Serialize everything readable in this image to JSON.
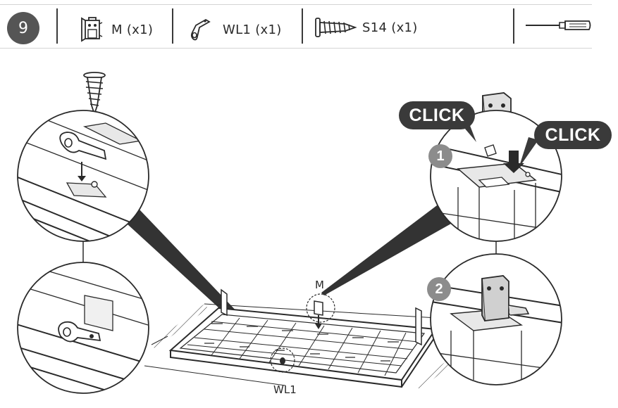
{
  "step": {
    "number": "9"
  },
  "parts": [
    {
      "icon": "bracket-m-icon",
      "label": "M (x1)"
    },
    {
      "icon": "wall-lock-wl1-icon",
      "label": "WL1 (x1)"
    },
    {
      "icon": "screw-s14-icon",
      "label": "S14 (x1)"
    }
  ],
  "tool": {
    "icon": "screwdriver-icon"
  },
  "callouts": {
    "click_1": "CLICK",
    "click_2": "CLICK",
    "sub_step_1": "1",
    "sub_step_2": "2",
    "label_m": "M",
    "label_wl1": "WL1"
  },
  "colors": {
    "ink": "#2a2a2a",
    "badge": "#555555",
    "bubble": "#3a3a3a",
    "sub_step": "#8c8c8c"
  }
}
